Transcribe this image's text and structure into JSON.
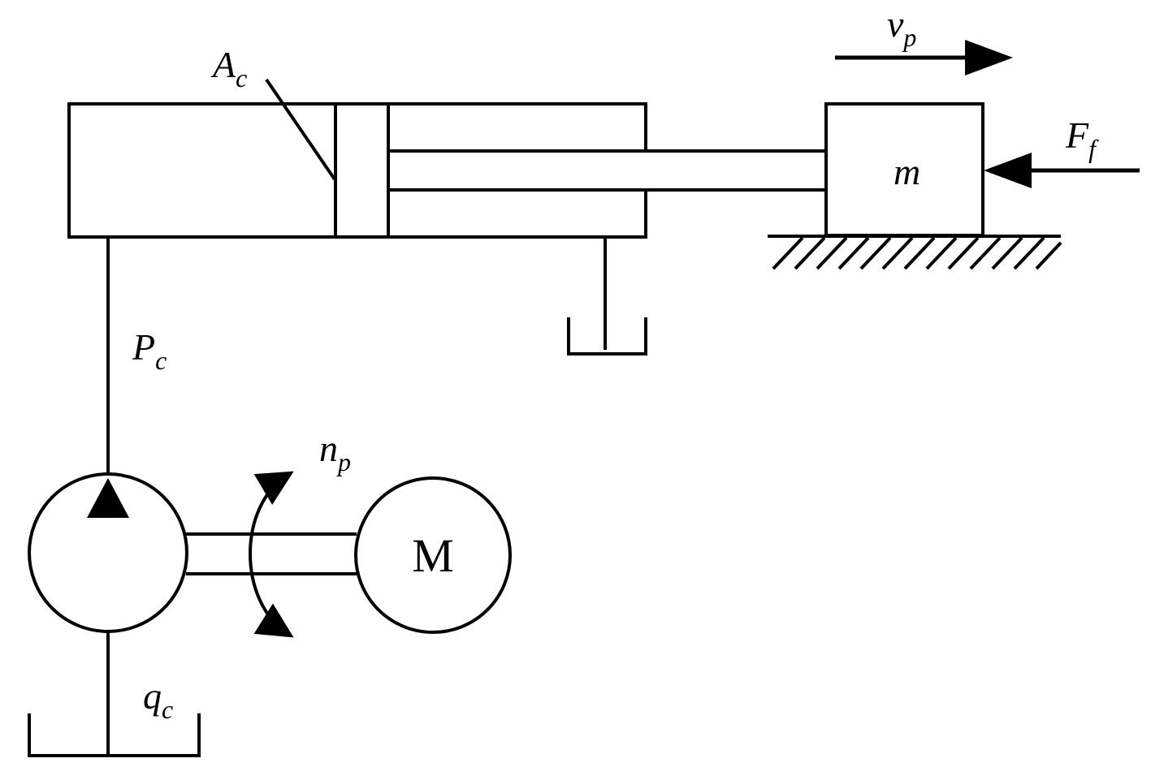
{
  "diagram": {
    "type": "hydraulic-pump-cylinder-mass-schematic",
    "colors": {
      "line": "#000000",
      "background": "#ffffff"
    },
    "labels": {
      "piston_area": {
        "main": "A",
        "sub": "c"
      },
      "velocity": {
        "main": "v",
        "sub": "p"
      },
      "friction_force": {
        "main": "F",
        "sub": "f"
      },
      "mass": {
        "main": "m",
        "sub": ""
      },
      "pressure": {
        "main": "P",
        "sub": "c"
      },
      "pump_speed": {
        "main": "n",
        "sub": "p"
      },
      "motor": {
        "main": "M",
        "sub": ""
      },
      "flow": {
        "main": "q",
        "sub": "c"
      }
    }
  }
}
